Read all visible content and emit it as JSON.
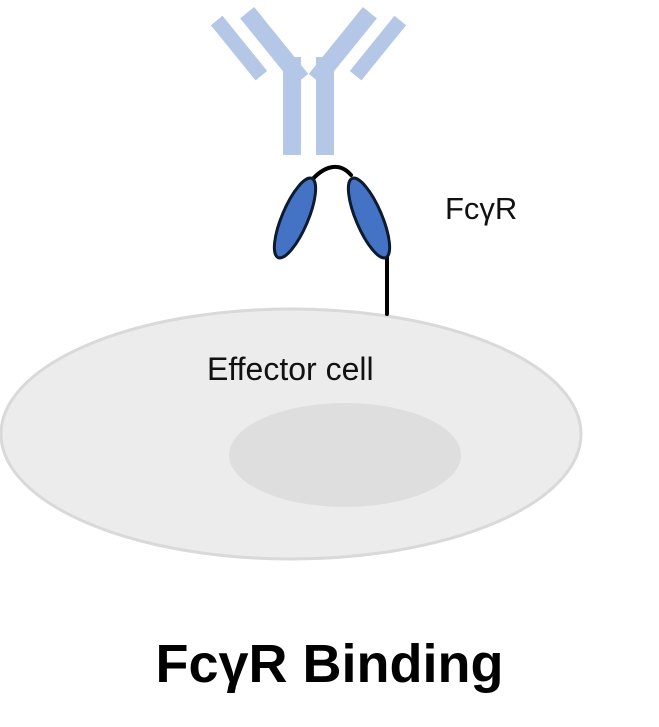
{
  "diagram": {
    "receptor_label": "FcγR",
    "cell_label": "Effector cell",
    "title": "FcγR Binding"
  },
  "colors": {
    "antibody": "#b4c7e7",
    "receptor_fill": "#4472c4",
    "receptor_outline": "#0d1b2e",
    "cell_fill": "#ececec",
    "cell_outline": "#d9d9d9",
    "nucleus_fill": "#dedede",
    "text": "#000000"
  }
}
